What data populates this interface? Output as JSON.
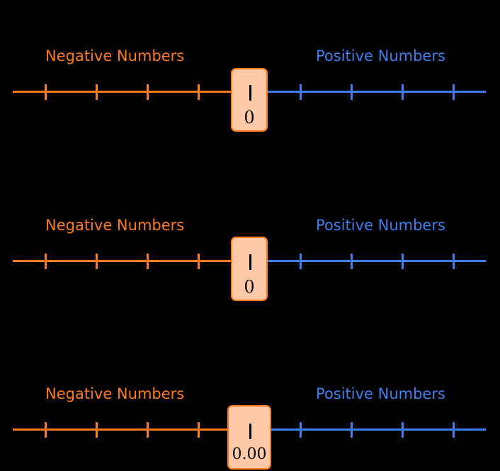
{
  "colors": {
    "negative": "#FF7A1A",
    "positive": "#3B7FF0",
    "background": "#000000"
  },
  "number_lines": [
    {
      "negative_label": "Negative Numbers",
      "positive_label": "Positive Numbers",
      "zero_label": "0"
    },
    {
      "negative_label": "Negative Numbers",
      "positive_label": "Positive Numbers",
      "zero_label": "0"
    },
    {
      "negative_label": "Negative Numbers",
      "positive_label": "Positive Numbers",
      "zero_label": "0.00"
    }
  ]
}
